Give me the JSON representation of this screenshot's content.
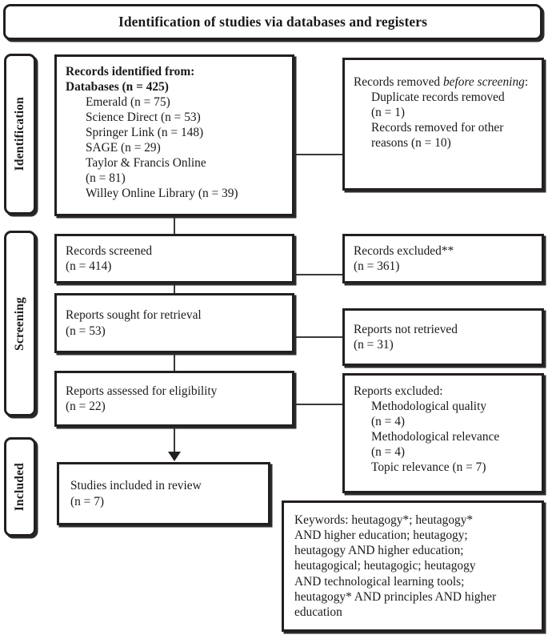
{
  "header": {
    "title": "Identification of studies via databases and registers"
  },
  "stages": [
    {
      "key": "identification",
      "label": "Identification"
    },
    {
      "key": "screening",
      "label": "Screening"
    },
    {
      "key": "included",
      "label": "Included"
    }
  ],
  "boxes": {
    "records_identified": {
      "title_line1": "Records identified from:",
      "title_line2": "Databases (n = 425)",
      "sources": [
        "Emerald (n = 75)",
        "Science Direct (n = 53)",
        "Springer Link (n = 148)",
        "SAGE (n = 29)",
        "Taylor & Francis Online",
        "(n = 81)",
        "Willey Online Library (n = 39)"
      ]
    },
    "records_removed": {
      "heading_prefix": "Records removed ",
      "heading_italic": "before screening",
      "heading_suffix": ":",
      "items": [
        "Duplicate records removed",
        "(n = 1)",
        "Records removed for other",
        "reasons (n = 10)"
      ]
    },
    "records_screened": {
      "line1": "Records screened",
      "line2": "(n = 414)"
    },
    "records_excluded": {
      "line1": "Records excluded**",
      "line2": "(n = 361)"
    },
    "reports_sought": {
      "line1": "Reports sought for retrieval",
      "line2": "(n = 53)"
    },
    "reports_not_retrieved": {
      "line1": "Reports not retrieved",
      "line2": "(n = 31)"
    },
    "reports_assessed": {
      "line1": "Reports assessed for eligibility",
      "line2": "(n = 22)"
    },
    "reports_excluded": {
      "heading": "Reports excluded:",
      "items": [
        "Methodological quality",
        "(n = 4)",
        "Methodological relevance",
        "(n = 4)",
        "Topic relevance (n = 7)"
      ]
    },
    "studies_included": {
      "line1": "Studies included in review",
      "line2": "(n = 7)"
    },
    "keywords": {
      "lines": [
        "Keywords: heutagogy*; heutagogy*",
        "AND higher education; heutagogy;",
        "heutagogy AND higher education;",
        "heutagogical; heutagogic; heutagogy",
        "AND technological learning tools;",
        "heutagogy* AND principles AND higher",
        "education"
      ]
    }
  },
  "chart_data": {
    "type": "diagram",
    "title": "Identification of studies via databases and registers",
    "nodes": [
      {
        "id": "records_identified",
        "stage": "Identification",
        "label": "Records identified from: Databases",
        "n": 425
      },
      {
        "id": "emerald",
        "stage": "Identification",
        "label": "Emerald",
        "n": 75
      },
      {
        "id": "science_direct",
        "stage": "Identification",
        "label": "Science Direct",
        "n": 53
      },
      {
        "id": "springer_link",
        "stage": "Identification",
        "label": "Springer Link",
        "n": 148
      },
      {
        "id": "sage",
        "stage": "Identification",
        "label": "SAGE",
        "n": 29
      },
      {
        "id": "taylor_francis",
        "stage": "Identification",
        "label": "Taylor & Francis Online",
        "n": 81
      },
      {
        "id": "willey",
        "stage": "Identification",
        "label": "Willey Online Library",
        "n": 39
      },
      {
        "id": "duplicates_removed",
        "stage": "Identification",
        "label": "Duplicate records removed",
        "n": 1
      },
      {
        "id": "removed_other",
        "stage": "Identification",
        "label": "Records removed for other reasons",
        "n": 10
      },
      {
        "id": "records_screened",
        "stage": "Screening",
        "label": "Records screened",
        "n": 414
      },
      {
        "id": "records_excluded",
        "stage": "Screening",
        "label": "Records excluded**",
        "n": 361
      },
      {
        "id": "reports_sought",
        "stage": "Screening",
        "label": "Reports sought for retrieval",
        "n": 53
      },
      {
        "id": "reports_not_retrieved",
        "stage": "Screening",
        "label": "Reports not retrieved",
        "n": 31
      },
      {
        "id": "reports_assessed",
        "stage": "Screening",
        "label": "Reports assessed for eligibility",
        "n": 22
      },
      {
        "id": "excl_method_quality",
        "stage": "Screening",
        "label": "Methodological quality",
        "n": 4
      },
      {
        "id": "excl_method_relevance",
        "stage": "Screening",
        "label": "Methodological relevance",
        "n": 4
      },
      {
        "id": "excl_topic_relevance",
        "stage": "Screening",
        "label": "Topic relevance",
        "n": 7
      },
      {
        "id": "studies_included",
        "stage": "Included",
        "label": "Studies included in review",
        "n": 7
      }
    ],
    "edges": [
      {
        "from": "records_identified",
        "to": "records_removed_box",
        "type": "side"
      },
      {
        "from": "records_identified",
        "to": "records_screened",
        "type": "flow"
      },
      {
        "from": "records_screened",
        "to": "records_excluded",
        "type": "side"
      },
      {
        "from": "records_screened",
        "to": "reports_sought",
        "type": "flow"
      },
      {
        "from": "reports_sought",
        "to": "reports_not_retrieved",
        "type": "side"
      },
      {
        "from": "reports_sought",
        "to": "reports_assessed",
        "type": "flow"
      },
      {
        "from": "reports_assessed",
        "to": "reports_excluded_box",
        "type": "side"
      },
      {
        "from": "reports_assessed",
        "to": "studies_included",
        "type": "arrow"
      }
    ]
  }
}
